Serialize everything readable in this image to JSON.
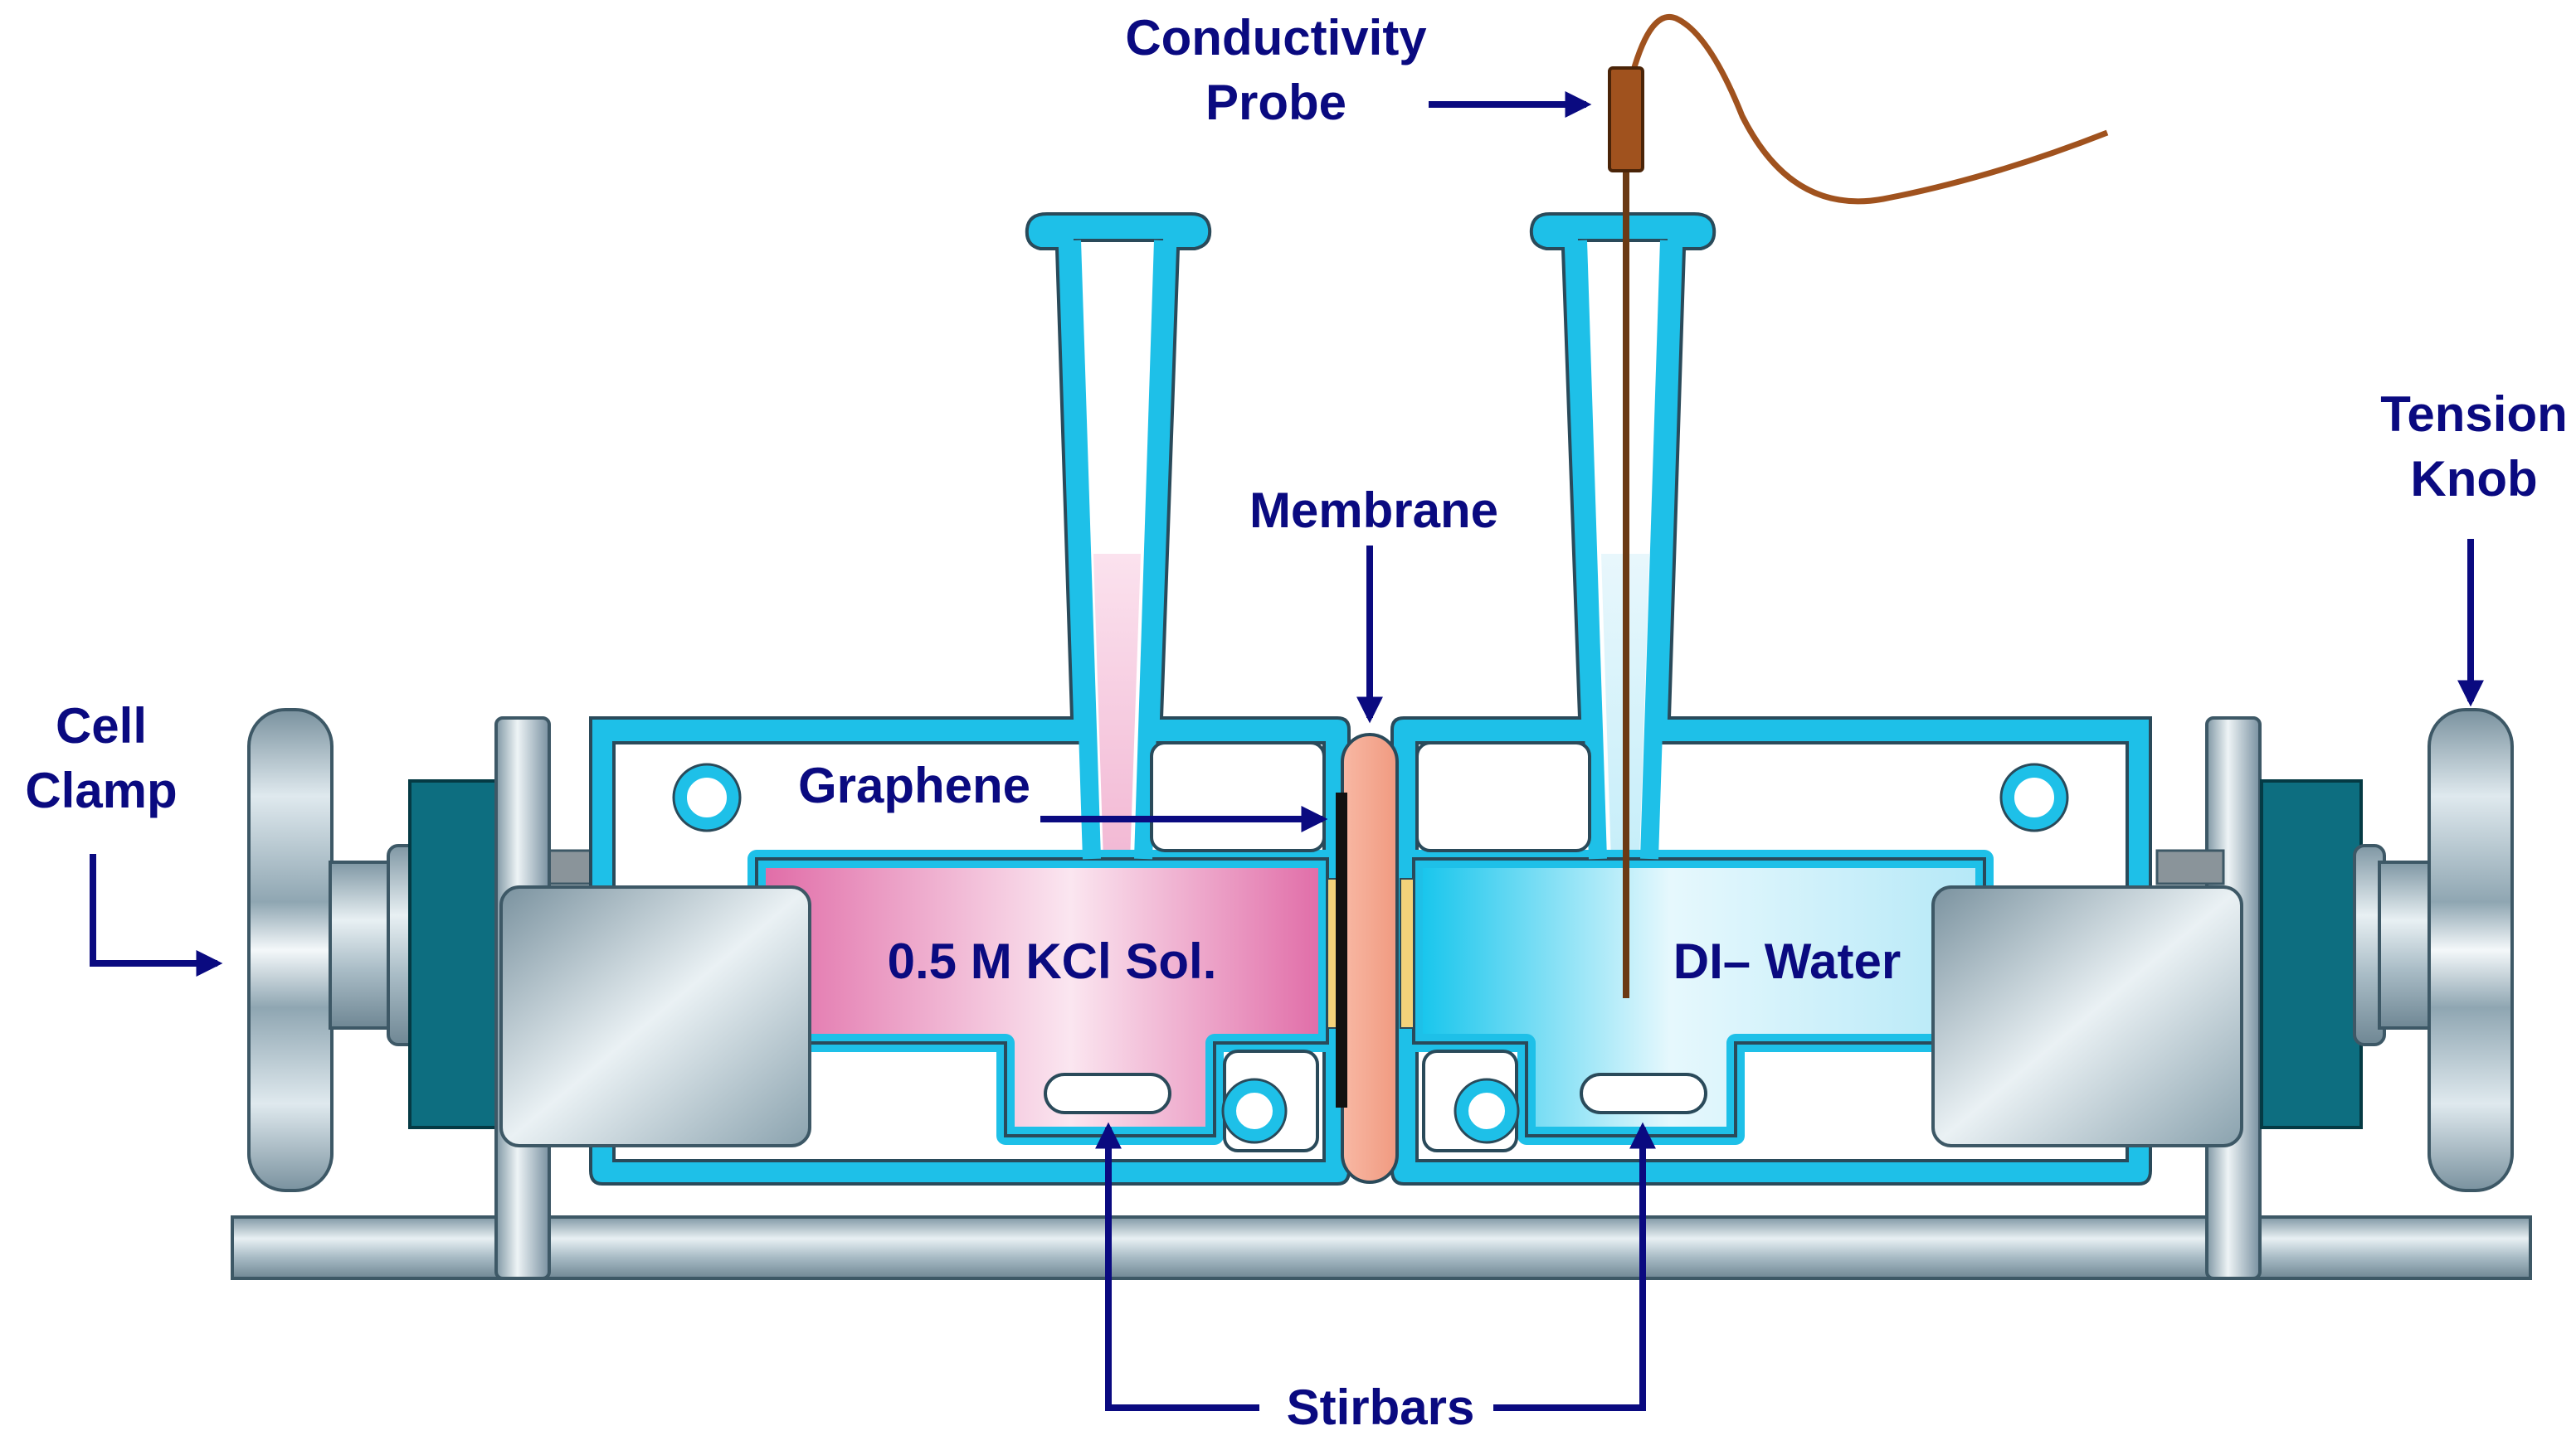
{
  "labels": {
    "conductivity_probe_line1": "Conductivity",
    "conductivity_probe_line2": "Probe",
    "membrane": "Membrane",
    "graphene": "Graphene",
    "cell_clamp_line1": "Cell",
    "cell_clamp_line2": "Clamp",
    "tension_knob_line1": "Tension",
    "tension_knob_line2": "Knob",
    "left_solution": "0.5 M KCl Sol.",
    "right_solution": "DI– Water",
    "stirbars": "Stirbars"
  },
  "colors": {
    "label_text": "#0a0a80",
    "arrow": "#0a0a80",
    "glass_outline": "#1ec0e8",
    "glass_stroke": "#2a4a5a",
    "kcl_solution": "#e070a8",
    "di_water": "#1ec8ec",
    "membrane": "#f4a890",
    "probe_wire": "#a0521e",
    "metal": "#9fb8c4",
    "clamp_block": "#0d6e80"
  }
}
